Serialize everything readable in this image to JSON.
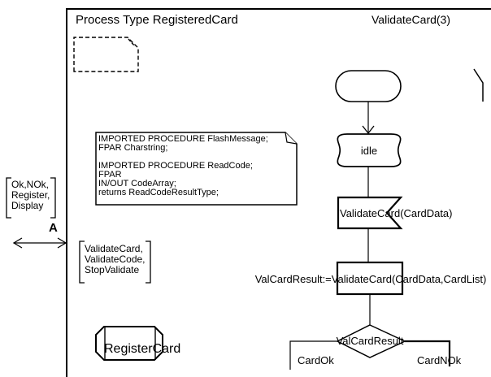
{
  "page": {
    "titles": {
      "left": "Process Type RegisteredCard",
      "right": "ValidateCard(3)"
    },
    "text_symbol": {
      "lines": [
        "IMPORTED PROCEDURE FlashMessage;",
        "FPAR Charstring;",
        "",
        "IMPORTED PROCEDURE ReadCode;",
        "FPAR",
        "IN/OUT CodeArray;",
        "returns ReadCodeResultType;"
      ]
    },
    "gate": {
      "label": "A",
      "signals_out": [
        "Ok,NOk,",
        "Register,",
        "Display"
      ],
      "signals_in": [
        "ValidateCard,",
        "ValidateCode,",
        "StopValidate"
      ]
    },
    "flowchart": {
      "state": "idle",
      "input": "ValidateCard(CardData)",
      "task": "ValCardResult:=ValidateCard(CardData,CardList)",
      "decision": "ValCardResult",
      "answer_left": "CardOk",
      "answer_right": "CardNOk"
    },
    "procedure": {
      "label": "RegisterCard"
    },
    "colors": {
      "ink": "#000000",
      "paper": "#ffffff"
    }
  }
}
